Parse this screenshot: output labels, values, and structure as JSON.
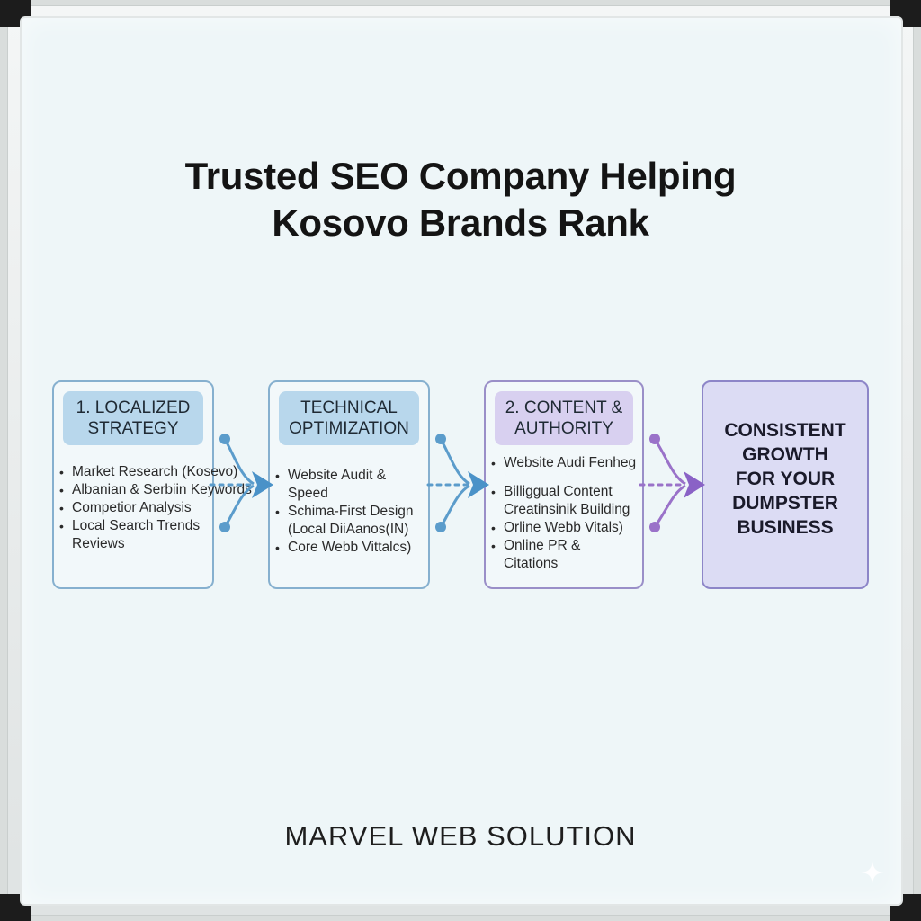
{
  "title_lines": [
    "Trusted SEO Company Helping",
    "Kosovo Brands Rank"
  ],
  "steps": [
    {
      "heading": "1. LOCALIZED\nSTRATEGY",
      "items": [
        "Market Research (Kosevo)",
        "Albanian & Serbiin Keywords",
        "Competior Analysis",
        "Local Search Trends",
        "Reviews"
      ]
    },
    {
      "heading": "TECHNICAL\nOPTIMIZATION",
      "items": [
        "Website Audit &",
        "Speed",
        "Schima-First Design",
        "(Local DiiAanos(IN)",
        "Core Webb Vittalcs)"
      ]
    },
    {
      "heading": "2. CONTENT &\nAUTHORITY",
      "items": [
        "Website Audi Fenheg",
        "Billiggual Content",
        "Creatinsinik Building",
        "Orline Webb Vitals)",
        "Online PR &",
        "Citations"
      ]
    }
  ],
  "result": "CONSISTENT\nGROWTH\nFOR YOUR\nDUMPSTER\nBUSINESS",
  "footer": "MARVEL WEB SOLUTION",
  "colors": {
    "blue_accent": "#5b9ccb",
    "purple_accent": "#9a72c9",
    "surface": "#eef6f8"
  }
}
